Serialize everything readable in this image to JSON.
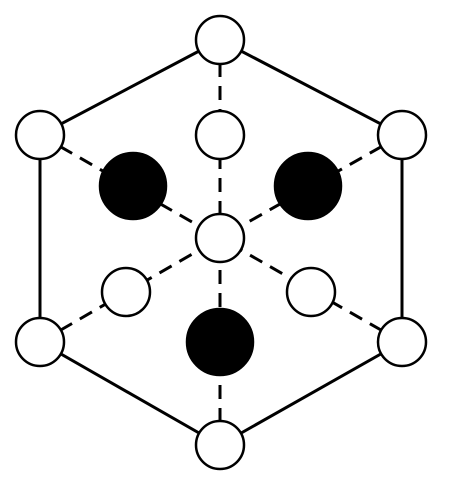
{
  "diagram": {
    "colors": {
      "line": "#000000",
      "open_circle_fill": "#ffffff",
      "filled_circle_fill": "#000000",
      "background": "#ffffff"
    },
    "nodes": [
      {
        "id": "top",
        "kind": "open"
      },
      {
        "id": "upper-left",
        "kind": "open"
      },
      {
        "id": "upper-right",
        "kind": "open"
      },
      {
        "id": "lower-left",
        "kind": "open"
      },
      {
        "id": "lower-right",
        "kind": "open"
      },
      {
        "id": "bottom",
        "kind": "open"
      },
      {
        "id": "center",
        "kind": "open"
      },
      {
        "id": "inner-top",
        "kind": "open"
      },
      {
        "id": "inner-lower-left",
        "kind": "open"
      },
      {
        "id": "inner-lower-right",
        "kind": "open"
      },
      {
        "id": "filled-upper-left",
        "kind": "filled"
      },
      {
        "id": "filled-upper-right",
        "kind": "filled"
      },
      {
        "id": "filled-bottom",
        "kind": "filled"
      }
    ],
    "solid_edges": [
      [
        "top",
        "upper-left"
      ],
      [
        "top",
        "upper-right"
      ],
      [
        "upper-left",
        "lower-left"
      ],
      [
        "upper-right",
        "lower-right"
      ],
      [
        "lower-left",
        "bottom"
      ],
      [
        "lower-right",
        "bottom"
      ]
    ],
    "dashed_edges": [
      [
        "top",
        "center"
      ],
      [
        "upper-left",
        "center"
      ],
      [
        "upper-right",
        "center"
      ],
      [
        "lower-left",
        "center"
      ],
      [
        "lower-right",
        "center"
      ],
      [
        "bottom",
        "center"
      ]
    ]
  }
}
